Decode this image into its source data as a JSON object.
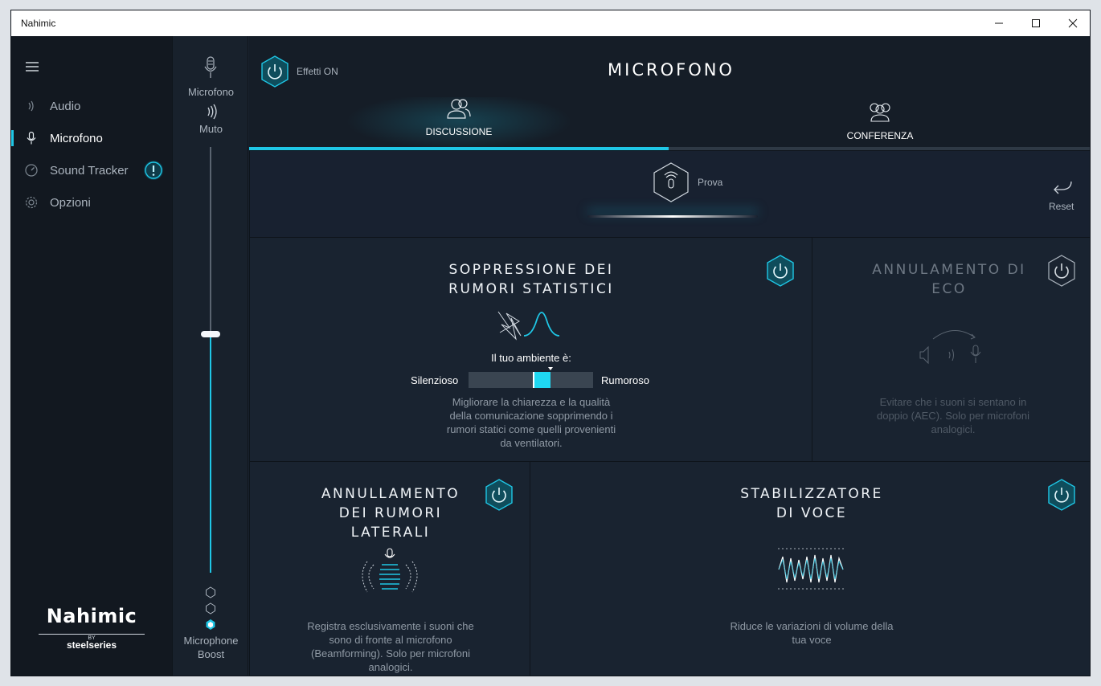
{
  "window": {
    "title": "Nahimic"
  },
  "sidebar": {
    "items": [
      {
        "label": "Audio"
      },
      {
        "label": "Microfono"
      },
      {
        "label": "Sound Tracker"
      },
      {
        "label": "Opzioni"
      }
    ],
    "brand": {
      "name": "Nahimic",
      "by": "BY",
      "partner": "steelseries"
    }
  },
  "volume": {
    "mic_label": "Microfono",
    "mute_label": "Muto",
    "boost_label_1": "Microphone",
    "boost_label_2": "Boost",
    "level_fraction": 0.56
  },
  "header": {
    "effects_label": "Effetti ON",
    "title": "MICROFONO"
  },
  "tabs": [
    {
      "label": "DISCUSSIONE"
    },
    {
      "label": "CONFERENZA"
    }
  ],
  "test": {
    "label": "Prova",
    "reset_label": "Reset"
  },
  "panels": {
    "noise": {
      "title_1": "SOPPRESSIONE DEI",
      "title_2": "RUMORI STATISTICI",
      "env_label": "Il tuo ambiente è:",
      "left_label": "Silenzioso",
      "right_label": "Rumoroso",
      "level_fraction": 0.6,
      "desc_1": "Migliorare la chiarezza e la qualità",
      "desc_2": "della comunicazione sopprimendo i",
      "desc_3": "rumori statici come quelli provenienti",
      "desc_4": "da ventilatori."
    },
    "echo": {
      "title_1": "ANNULAMENTO DI",
      "title_2": "ECO",
      "desc_1": "Evitare che i suoni si sentano in",
      "desc_2": "doppio (AEC). Solo per microfoni",
      "desc_3": "analogici."
    },
    "lateral": {
      "title_1": "ANNULLAMENTO",
      "title_2": "DEI RUMORI",
      "title_3": "LATERALI",
      "desc_1": "Registra esclusivamente i suoni che",
      "desc_2": "sono di fronte al microfono",
      "desc_3": "(Beamforming). Solo per microfoni",
      "desc_4": "analogici."
    },
    "stabilizer": {
      "title_1": "STABILIZZATORE",
      "title_2": "DI VOCE",
      "desc_1": "Riduce le variazioni di volume della",
      "desc_2": "tua voce"
    }
  },
  "colors": {
    "accent": "#1fc7e6",
    "panel": "#192330",
    "sidebar": "#121820"
  }
}
